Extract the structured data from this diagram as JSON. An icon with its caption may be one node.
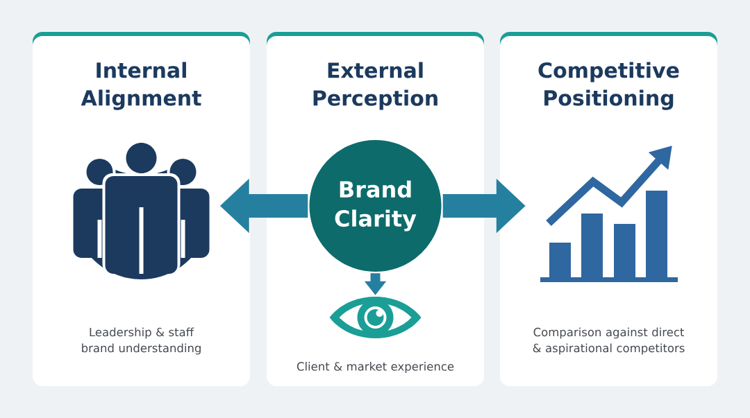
{
  "diagram": {
    "nodes": [
      {
        "text": [
          "Internal Alignment",
          "Leadership & staff brand understanding"
        ]
      },
      {
        "text": [
          "External Perception",
          "Client & market experience"
        ]
      },
      {
        "text": [
          "Competitive Positioning",
          "Comparison against direct & aspirational competitors"
        ]
      },
      {
        "text": [
          "Brand Clarity"
        ],
        "in": 1
      },
      {
        "text": [],
        "shape": "person",
        "in": 0
      },
      {
        "text": [],
        "shape": "picture",
        "in": 1
      },
      {
        "text": [],
        "shape": "bar",
        "in": 2
      }
    ],
    "edges": [
      {
        "from": 3,
        "to": 4,
        "arrow": "to"
      },
      {
        "from": 3,
        "to": 6,
        "arrow": "to"
      },
      {
        "from": 3,
        "to": 5,
        "arrow": "to"
      }
    ]
  }
}
